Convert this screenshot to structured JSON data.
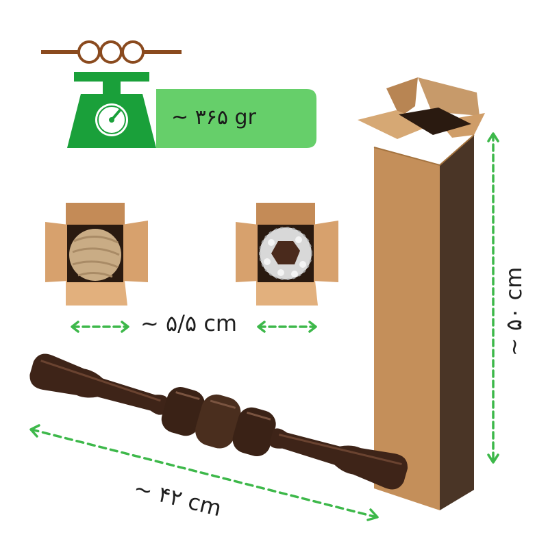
{
  "weight": {
    "text": "~ ۳۶۵ gr",
    "icon": "scale-icon"
  },
  "dimensions": {
    "box_width": "~ ۵/۵ cm",
    "length": "~ ۴۲ cm",
    "height": "~ ۵۰ cm"
  },
  "colors": {
    "accent_green": "#3db84a",
    "badge_green": "#66cf6a",
    "cardboard": "#c89a66",
    "wood_dark": "#3a2418"
  }
}
